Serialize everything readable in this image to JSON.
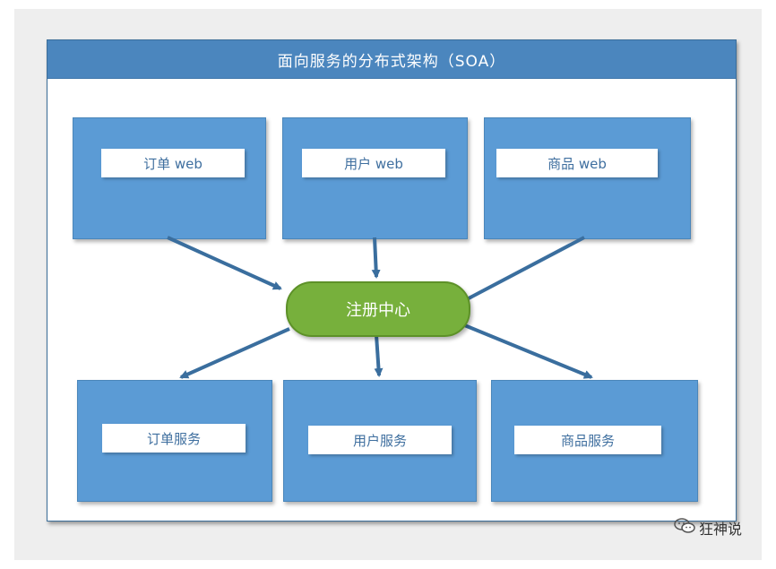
{
  "title": "面向服务的分布式架构（SOA）",
  "web_nodes": [
    "订单 web",
    "用户 web",
    "商品 web"
  ],
  "registry": "注册中心",
  "service_nodes": [
    "订单服务",
    "用户服务",
    "商品服务"
  ],
  "watermark": "狂神说",
  "colors": {
    "title_bar": "#4b86be",
    "box_fill": "#5b9bd5",
    "label_text": "#3f6f9f",
    "registry_fill": "#77b03c",
    "arrow": "#3a6e9e"
  }
}
